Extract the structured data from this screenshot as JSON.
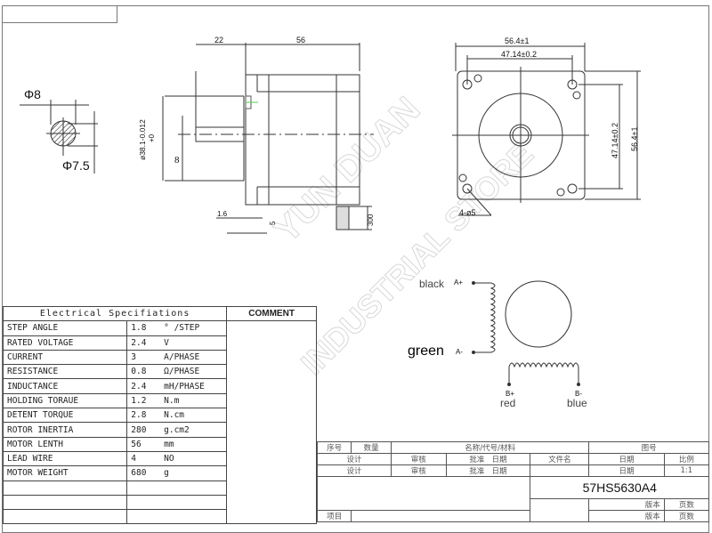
{
  "shaft_section": {
    "diameter_label": "Φ8",
    "flat_label": "Φ7.5"
  },
  "side_view": {
    "dims": {
      "shaft_length": "22",
      "body_length": "56",
      "pilot_diameter": "ø38.1-0.012",
      "pilot_tol_upper": "+0",
      "shaft_offset": "8",
      "flange_thickness": "1.6",
      "pilot_depth": "5",
      "lead_length": "300"
    }
  },
  "front_view": {
    "dims": {
      "width": "56.4±1",
      "hole_spacing_h": "47.14±0.2",
      "hole_spacing_v": "47.14±0.2",
      "height": "56.4±1",
      "holes": "4-ø5"
    }
  },
  "wiring": {
    "a_plus": {
      "label": "A+",
      "color": "black"
    },
    "a_minus": {
      "label": "A-",
      "color": "green"
    },
    "b_plus": {
      "label": "B+",
      "color": "red"
    },
    "b_minus": {
      "label": "B-",
      "color": "blue"
    }
  },
  "watermark": {
    "line1": "YUN DUAN",
    "line2": "INDUSTRIAL STORE"
  },
  "electrical_specs": {
    "title": "Electrical Specifiations",
    "comment_header": "COMMENT",
    "rows": [
      {
        "name": "STEP ANGLE",
        "value": "1.8",
        "unit": "° /STEP"
      },
      {
        "name": "RATED VOLTAGE",
        "value": "2.4",
        "unit": "V"
      },
      {
        "name": "CURRENT",
        "value": "3",
        "unit": "A/PHASE"
      },
      {
        "name": "RESISTANCE",
        "value": "0.8",
        "unit": "Ω/PHASE"
      },
      {
        "name": "INDUCTANCE",
        "value": "2.4",
        "unit": "mH/PHASE"
      },
      {
        "name": "HOLDING TORAUE",
        "value": "1.2",
        "unit": "N.m"
      },
      {
        "name": "DETENT TORQUE",
        "value": "2.8",
        "unit": "N.cm"
      },
      {
        "name": "ROTOR INERTIA",
        "value": "280",
        "unit": "g.cm2"
      },
      {
        "name": "MOTOR LENTH",
        "value": "56",
        "unit": "mm"
      },
      {
        "name": "LEAD WIRE",
        "value": "4",
        "unit": "NO"
      },
      {
        "name": "MOTOR WEIGHT",
        "value": "680",
        "unit": "g"
      }
    ]
  },
  "title_block": {
    "seq": "序号",
    "qty": "数量",
    "name_code_material": "名称/代号/材料",
    "drawing_no": "图号",
    "design": "设计",
    "review": "审核",
    "approve": "批准",
    "date": "日期",
    "filename": "文件名",
    "scale_label": "比例",
    "scale_value": "1:1",
    "model": "57HS5630A4",
    "version": "版本",
    "pages": "页数",
    "project": "项目"
  }
}
